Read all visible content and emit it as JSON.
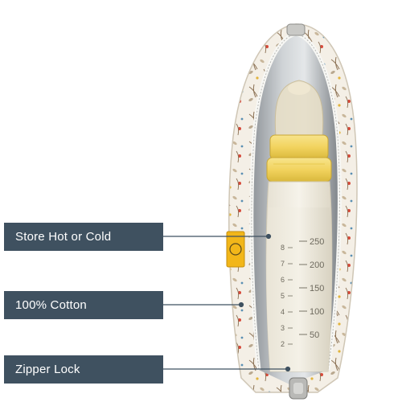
{
  "callouts": [
    {
      "label": "Store Hot or Cold"
    },
    {
      "label": "100% Cotton"
    },
    {
      "label": "Zipper Lock"
    }
  ],
  "bottle": {
    "oz_marks": [
      "8",
      "7",
      "6",
      "5",
      "4",
      "3",
      "2"
    ],
    "ml_marks": [
      "250",
      "200",
      "150",
      "100",
      "50"
    ]
  },
  "colors": {
    "callout_bg": "#3f5160",
    "callout_text": "#ffffff",
    "leader_line": "#3f5160",
    "bottle_collar": "#f2d35e",
    "brand_tag": "#f2b619"
  }
}
